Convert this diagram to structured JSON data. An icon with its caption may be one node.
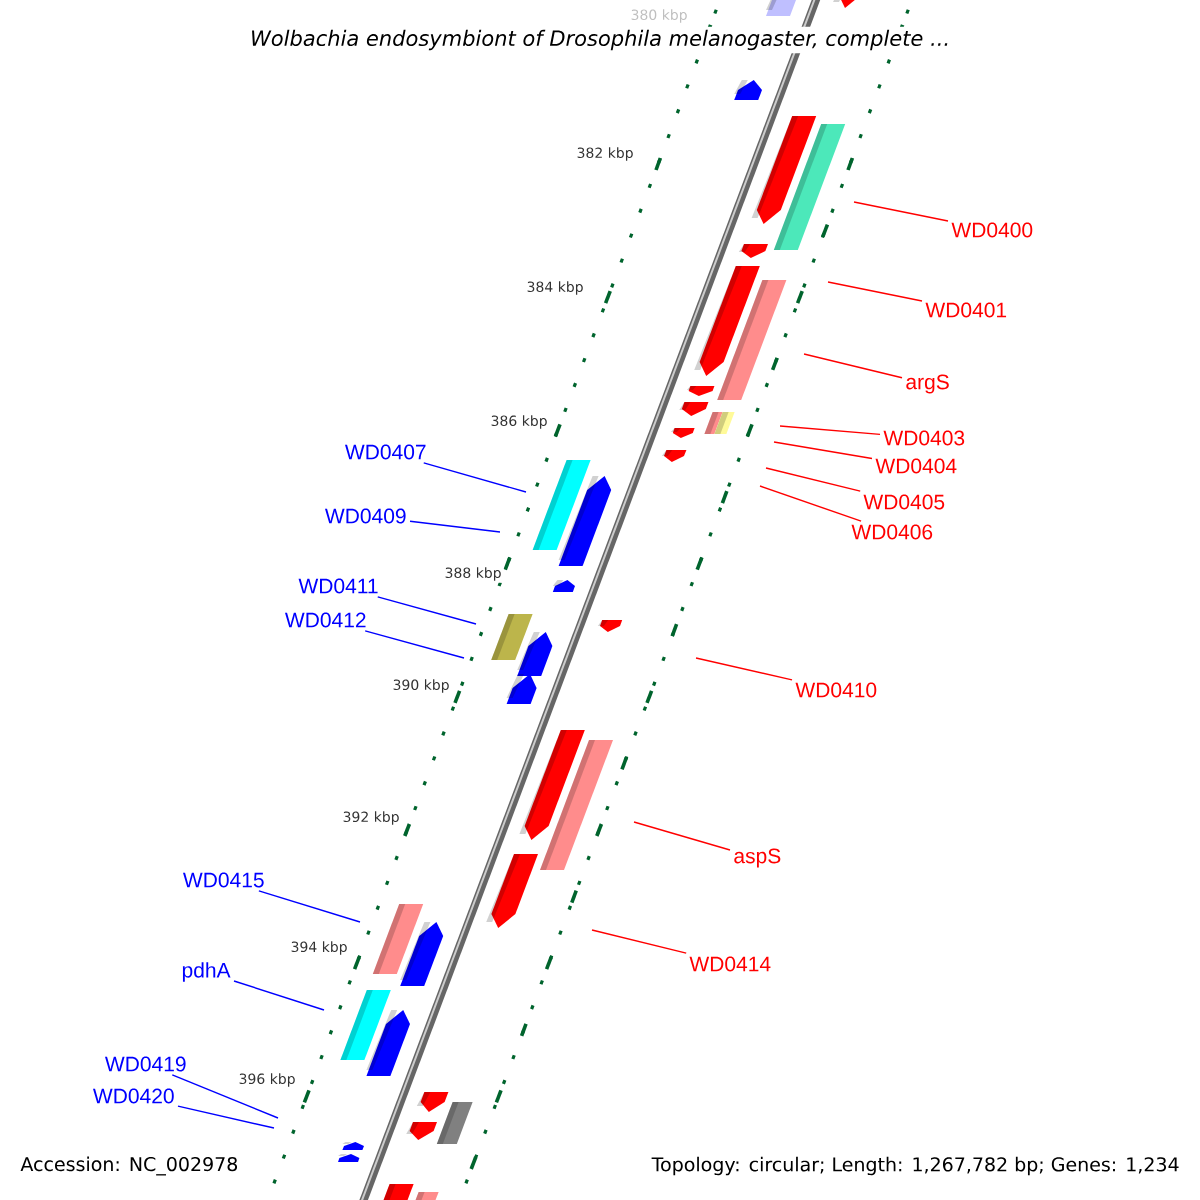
{
  "diagram": {
    "title": "Wolbachia endosymbiont of Drosophila melanogaster, complete ...",
    "nodes": [
      {
        "text": [
          "WD0400"
        ]
      },
      {
        "text": [
          "WD0401"
        ]
      },
      {
        "text": [
          "argS"
        ]
      },
      {
        "text": [
          "WD0403"
        ]
      },
      {
        "text": [
          "WD0407"
        ]
      },
      {
        "text": [
          "WD0404"
        ]
      },
      {
        "text": [
          "WD0405"
        ]
      },
      {
        "text": [
          "WD0409"
        ]
      },
      {
        "text": [
          "WD0406"
        ]
      },
      {
        "text": [
          "WD0411"
        ]
      },
      {
        "text": [
          "WD0412"
        ]
      },
      {
        "text": [
          "WD0410"
        ]
      },
      {
        "text": [
          "aspS"
        ]
      },
      {
        "text": [
          "WD0415"
        ]
      },
      {
        "text": [
          "WD0414"
        ]
      },
      {
        "text": [
          "pdhA"
        ]
      },
      {
        "text": [
          "WD0419"
        ]
      },
      {
        "text": [
          "WD0420"
        ]
      }
    ],
    "edges": [
      {
        "from": 0,
        "to": null,
        "arrow": "none"
      },
      {
        "from": 1,
        "to": null,
        "arrow": "none"
      },
      {
        "from": 2,
        "to": null,
        "arrow": "none"
      },
      {
        "from": 3,
        "to": null,
        "arrow": "none"
      },
      {
        "from": 4,
        "to": null,
        "arrow": "none",
        "color": "#0000ff"
      },
      {
        "from": 5,
        "to": null,
        "arrow": "none"
      },
      {
        "from": 6,
        "to": null,
        "arrow": "none"
      },
      {
        "from": 7,
        "to": null,
        "arrow": "none",
        "color": "#0000ff"
      },
      {
        "from": 8,
        "to": null,
        "arrow": "none"
      },
      {
        "from": 9,
        "to": null,
        "arrow": "none",
        "color": "#0000ff"
      },
      {
        "from": 10,
        "to": null,
        "arrow": "none",
        "color": "#0000ff"
      },
      {
        "from": 11,
        "to": null,
        "arrow": "none"
      },
      {
        "from": 12,
        "to": null,
        "arrow": "none"
      },
      {
        "from": 13,
        "to": null,
        "arrow": "none",
        "color": "#0000ff"
      },
      {
        "from": 14,
        "to": null,
        "arrow": "none"
      },
      {
        "from": 15,
        "to": null,
        "arrow": "none",
        "color": "#0000ff"
      },
      {
        "from": 16,
        "to": null,
        "arrow": "none",
        "color": "#0000ff"
      },
      {
        "from": 17,
        "to": null,
        "arrow": "none",
        "color": "#0000ff"
      }
    ],
    "labels": [
      "380 kbp",
      "382 kbp",
      "384 kbp",
      "386 kbp",
      "388 kbp",
      "390 kbp",
      "392 kbp",
      "394 kbp",
      "396 kbp",
      "Accession: NC_002978",
      "Topology: circular; Length: 1,267,782 bp; Genes: 1,234"
    ]
  }
}
